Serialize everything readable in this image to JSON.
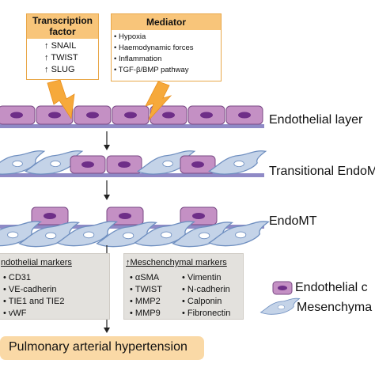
{
  "transcription_factor": {
    "title_line1": "Transcription",
    "title_line2": "factor",
    "up_symbol": "↑",
    "items": [
      "SNAIL",
      "TWIST",
      "SLUG"
    ]
  },
  "mediator": {
    "title": "Mediator",
    "items": [
      "Hypoxia",
      "Haemodynamic forces",
      "Inflammation",
      "TGF-β/BMP pathway"
    ]
  },
  "stages": {
    "endothelial": "Endothelial layer",
    "transitional": "Transitional EndoMT",
    "endomt": "EndoMT"
  },
  "endothelial_markers": {
    "title": "ndothelial markers",
    "items": [
      "CD31",
      "VE-cadherin",
      "TIE1 and TIE2",
      "vWF"
    ]
  },
  "mesenchymal_markers": {
    "title": "↑Meschenchymal markers",
    "col1": [
      "αSMA",
      "TWIST",
      "MMP2",
      "MMP9"
    ],
    "col2": [
      "Vimentin",
      "N-cadherin",
      "Calponin",
      "Fibronectin"
    ]
  },
  "legend": {
    "endothelial": "Endothelial c",
    "mesenchymal": "Mesenchyma"
  },
  "outcome": "Pulmonary arterial hypertension",
  "colors": {
    "endo_cell_fill": "#c490c4",
    "endo_cell_stroke": "#7a4a85",
    "nucleus": "#6e2e88",
    "mes_cell_fill": "#c4d3e8",
    "mes_cell_stroke": "#6f8fc0",
    "membrane": "#8f8ac6",
    "bolt": "#f6a93b",
    "orange_head": "#f8c57a",
    "marker_box": "#e3e1dd",
    "outcome_box": "#fad9a6"
  }
}
